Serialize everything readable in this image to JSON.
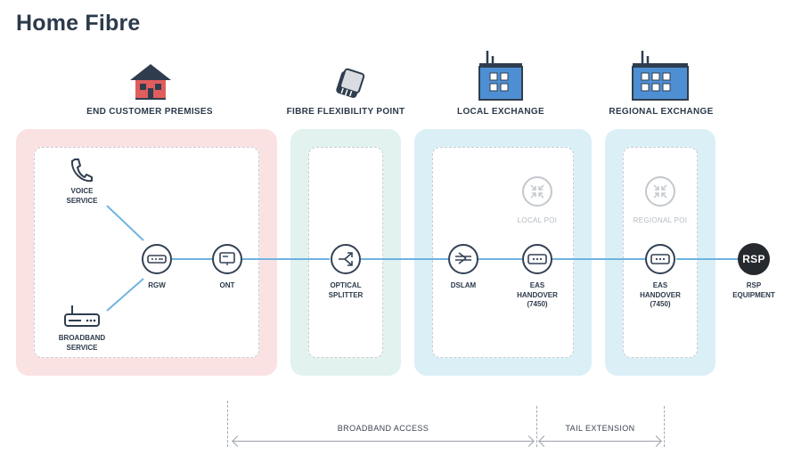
{
  "title": "Home Fibre",
  "zones": {
    "premises": "END CUSTOMER PREMISES",
    "ffp": "FIBRE FLEXIBILITY POINT",
    "local": "LOCAL EXCHANGE",
    "regional": "REGIONAL EXCHANGE"
  },
  "nodes": {
    "voice": "VOICE\nSERVICE",
    "broadband": "BROADBAND\nSERVICE",
    "rgw": "RGW",
    "ont": "ONT",
    "splitter": "OPTICAL\nSPLITTER",
    "dslam": "DSLAM",
    "eas_local": "EAS\nHANDOVER\n(7450)",
    "local_poi": "LOCAL POI",
    "eas_regional": "EAS\nHANDOVER\n(7450)",
    "regional_poi": "REGIONAL POI",
    "rsp_badge": "RSP",
    "rsp": "RSP\nEQUIPMENT"
  },
  "ranges": {
    "broadband_access": "BROADBAND ACCESS",
    "tail_extension": "TAIL EXTENSION"
  },
  "colors": {
    "premises_zone": "#fbe2e2",
    "ffp_zone": "#e1f2ef",
    "exchange_zone": "#dbeff7",
    "link": "#6fb4e0",
    "node_stroke": "#334155"
  }
}
